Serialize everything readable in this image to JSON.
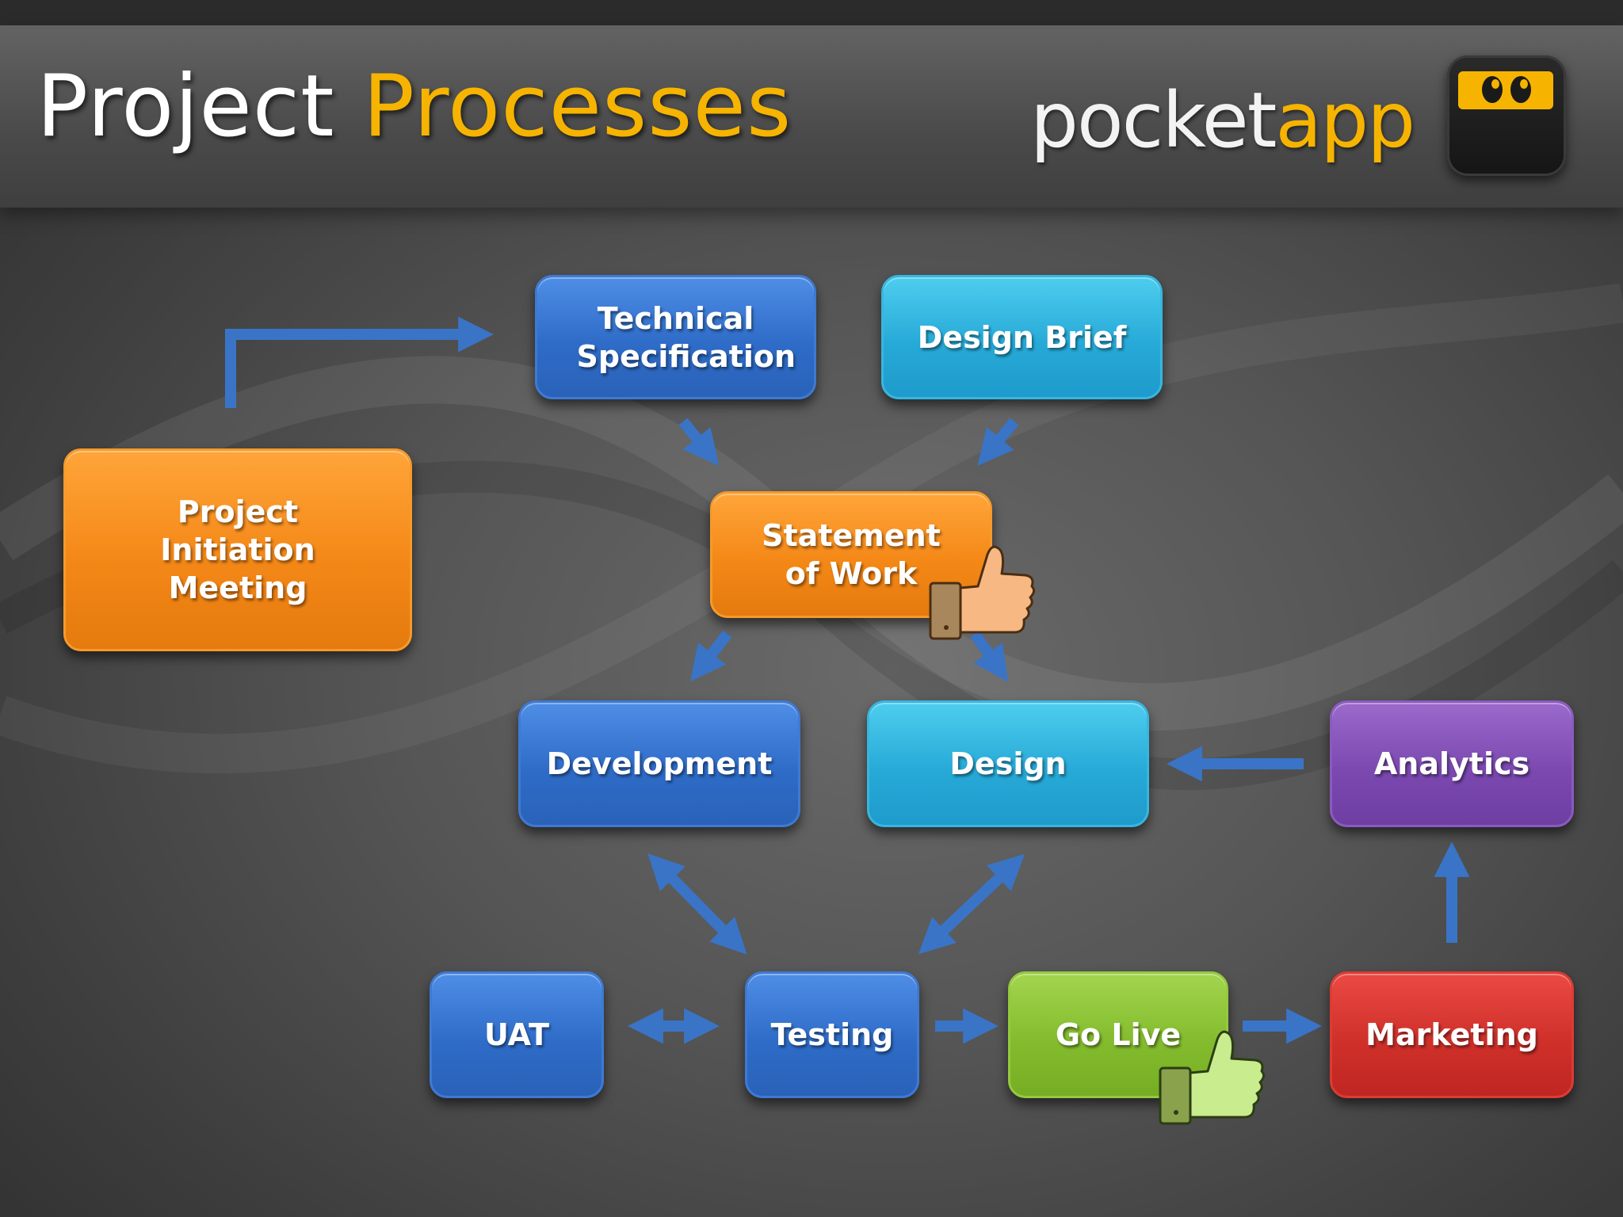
{
  "header": {
    "title_part1": "Project",
    "title_part2": "Processes",
    "brand_part1": "pocket",
    "brand_part2": "app",
    "logo_icon": "pocketapp-eyes-icon"
  },
  "colors": {
    "accent": "#f6b400",
    "blue": "#2e6cc8",
    "cyan": "#27aad8",
    "orange": "#f48817",
    "purple": "#7b49b0",
    "green": "#84bc2e",
    "red": "#d0302a",
    "arrow": "#3a74c6"
  },
  "diagram": {
    "nodes": {
      "project_initiation": "Project Initiation Meeting",
      "technical_specification": "Technical Specification",
      "design_brief": "Design Brief",
      "statement_of_work": "Statement of Work",
      "development": "Development",
      "design": "Design",
      "analytics": "Analytics",
      "uat": "UAT",
      "testing": "Testing",
      "go_live": "Go Live",
      "marketing": "Marketing"
    },
    "approval_icons": [
      "thumbs-up-icon",
      "thumbs-up-icon"
    ]
  }
}
